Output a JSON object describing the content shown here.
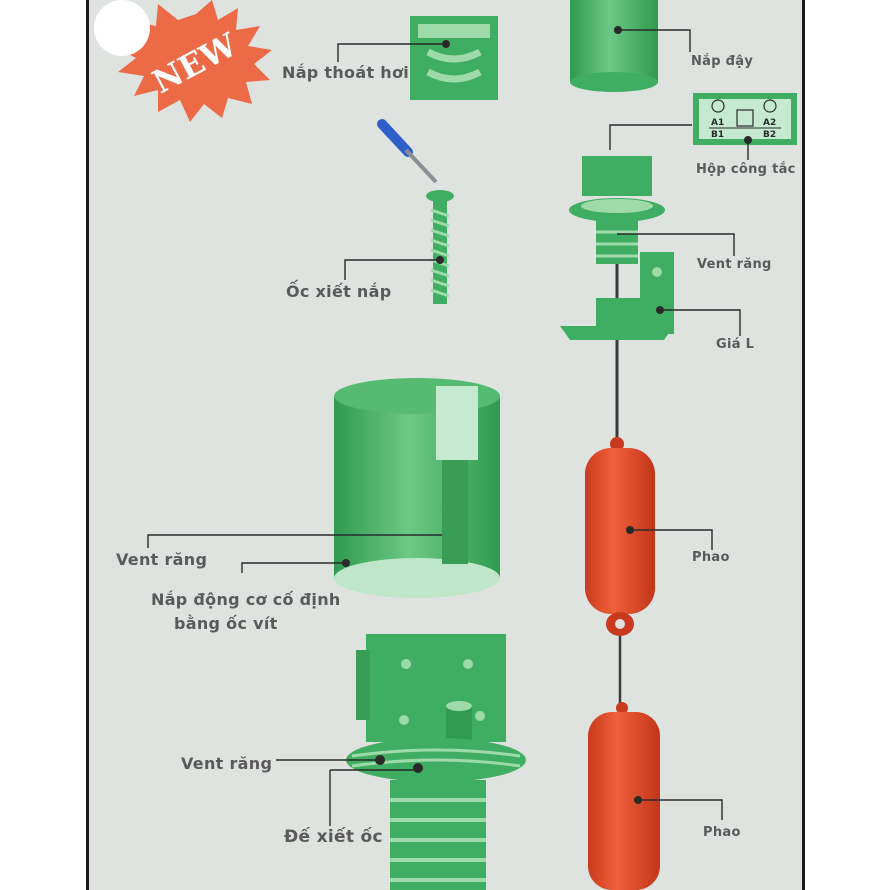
{
  "badge": {
    "text": "NEW"
  },
  "colors": {
    "page_background": "#dfe3e0",
    "part_green": "#3fae62",
    "part_green_light": "#9fdbaa",
    "float_red": "#e24a2a",
    "badge_red": "#ec6a45",
    "leader_line": "#2a2a2a",
    "label_text": "#5a5a5a"
  },
  "labels": {
    "vent_cap": "Nắp thoát hơi",
    "top_cover": "Nắp đậy",
    "screw": "Ốc xiết nắp",
    "switch_box": "Hộp công tắc",
    "thread_upper": "Vent răng",
    "l_bracket": "Giá L",
    "thread_cover": "Vent răng",
    "motor_cover_line1": "Nắp động cơ cố định",
    "motor_cover_line2": "bằng ốc vít",
    "float_upper": "Phao",
    "thread_base": "Vent răng",
    "screw_base": "Đế xiết ốc",
    "float_lower": "Phao"
  },
  "switch_terminals": [
    "A1",
    "A2",
    "B1",
    "B2"
  ]
}
